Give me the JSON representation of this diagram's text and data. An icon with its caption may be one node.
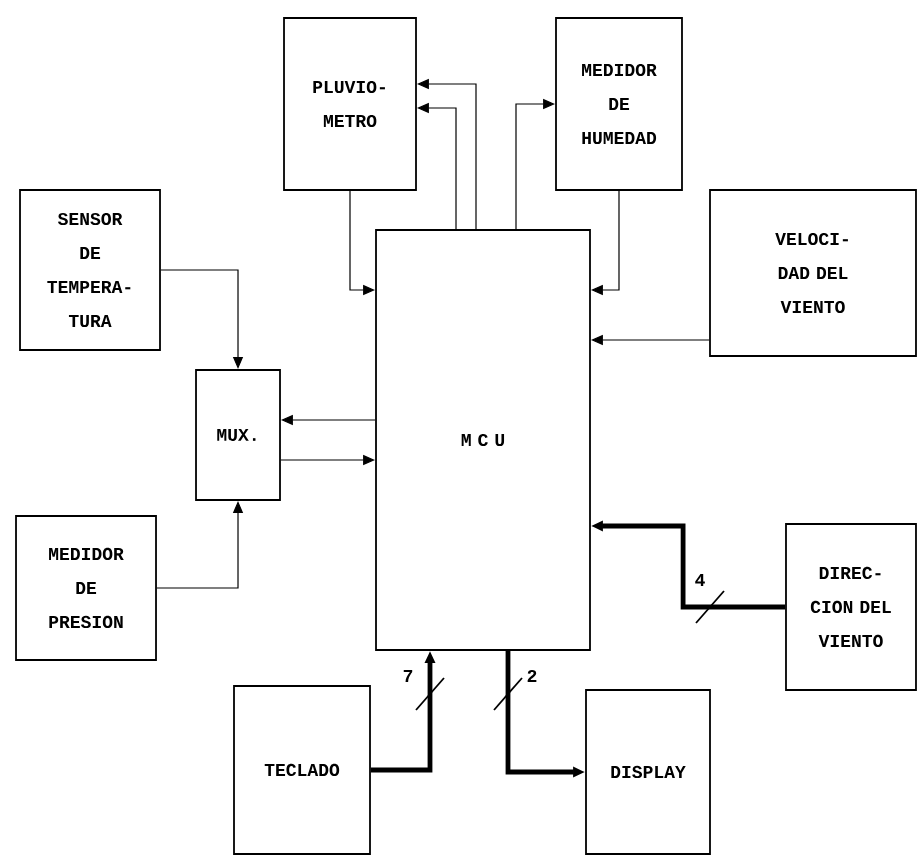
{
  "diagram": {
    "nodes": [
      {
        "text": [
          "M C U"
        ]
      },
      {
        "text": [
          "PLUVIO-METRO"
        ]
      },
      {
        "text": [
          "MEDIDOR DE HUMEDAD"
        ]
      },
      {
        "text": [
          "SENSOR DE TEMPERA-TURA"
        ]
      },
      {
        "text": [
          "MUX."
        ]
      },
      {
        "text": [
          "MEDIDOR DE PRESION"
        ]
      },
      {
        "text": [
          "VELOCI-DAD DEL VIENTO"
        ]
      },
      {
        "text": [
          "DIREC-CION DEL VIENTO"
        ]
      },
      {
        "text": [
          "TECLADO"
        ]
      },
      {
        "text": [
          "DISPLAY"
        ]
      }
    ],
    "edges": [
      {
        "from": 1,
        "to": 0,
        "arrow": "to"
      },
      {
        "from": 0,
        "to": 1,
        "arrow": "to"
      },
      {
        "from": 0,
        "to": 1,
        "arrow": "to"
      },
      {
        "from": 0,
        "to": 2,
        "arrow": "to"
      },
      {
        "from": 2,
        "to": 0,
        "arrow": "to"
      },
      {
        "from": 6,
        "to": 0,
        "arrow": "to"
      },
      {
        "from": 7,
        "to": 0,
        "arrow": "to",
        "label": "4",
        "style": "thick"
      },
      {
        "from": 8,
        "to": 0,
        "arrow": "to",
        "label": "7",
        "style": "thick"
      },
      {
        "from": 0,
        "to": 9,
        "arrow": "to",
        "label": "2",
        "style": "thick"
      },
      {
        "from": 3,
        "to": 4,
        "arrow": "to"
      },
      {
        "from": 5,
        "to": 4,
        "arrow": "to"
      },
      {
        "from": 0,
        "to": 4,
        "arrow": "to"
      },
      {
        "from": 4,
        "to": 0,
        "arrow": "to"
      }
    ]
  }
}
